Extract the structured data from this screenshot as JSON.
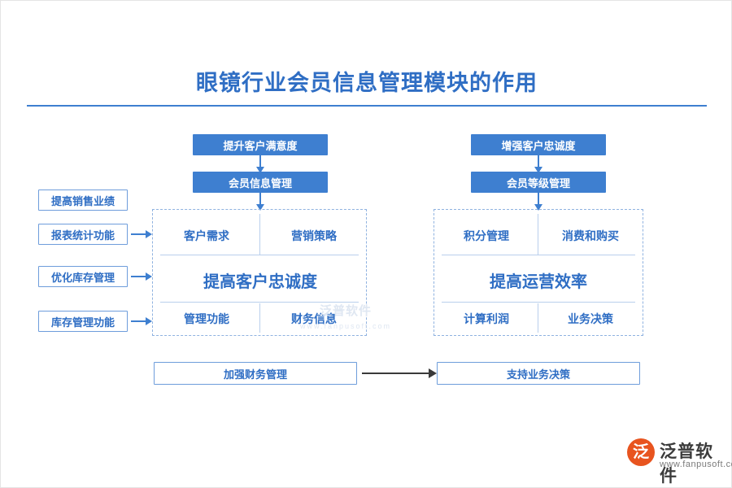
{
  "title": "眼镜行业会员信息管理模块的作用",
  "colors": {
    "primary": "#3e7fd0",
    "primary_text": "#2f6ec4",
    "border": "#6e9ddb",
    "panel_dashed": "#8fb2e0",
    "logo_orange": "#e8541f"
  },
  "left_column": {
    "top_filled": "提升客户满意度",
    "second_filled": "会员信息管理",
    "grid": {
      "top_left": "客户需求",
      "top_right": "营销策略",
      "center": "提高客户忠诚度",
      "bottom_left": "管理功能",
      "bottom_right": "财务信息"
    },
    "bottom_box": "加强财务管理"
  },
  "right_column": {
    "top_filled": "增强客户忠诚度",
    "second_filled": "会员等级管理",
    "grid": {
      "top_left": "积分管理",
      "top_right": "消费和购买",
      "center": "提高运营效率",
      "bottom_left": "计算利润",
      "bottom_right": "业务决策"
    },
    "bottom_box": "支持业务决策"
  },
  "side_items": [
    {
      "label": "提高销售业绩"
    },
    {
      "label": "报表统计功能"
    },
    {
      "label": "优化库存管理"
    },
    {
      "label": "库存管理功能"
    }
  ],
  "watermark": {
    "name": "泛普软件",
    "sub": "www.fanpusoft.com"
  },
  "logo": {
    "mark": "泛",
    "name": "泛普软件",
    "url": "www.fanpusoft.com"
  }
}
